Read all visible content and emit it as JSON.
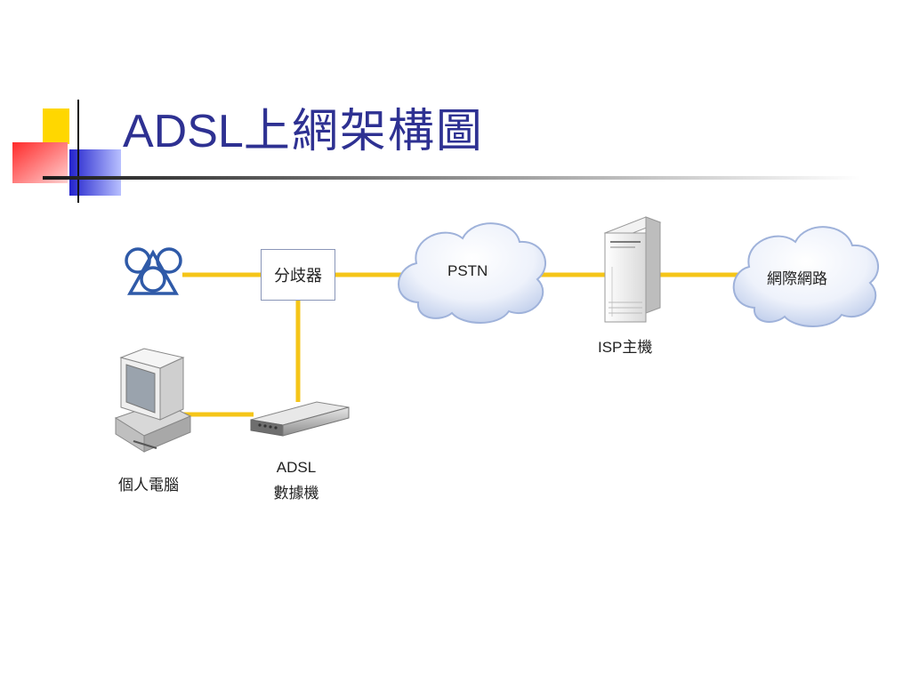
{
  "title": {
    "latin": "ADSL",
    "cjk": "上網架構圖"
  },
  "nodes": {
    "splitter": "分歧器",
    "pstn": "PSTN",
    "isp_host": "ISP主機",
    "internet": "網際網路",
    "pc": "個人電腦",
    "modem_line1": "ADSL",
    "modem_line2": "數據機"
  },
  "colors": {
    "title": "#2e3192",
    "link": "#f5c518",
    "cloud_edge": "#8aa6d8",
    "phone_icon": "#2f5aa8"
  },
  "icons": {
    "phone": "telephone-network-icon",
    "pc": "personal-computer-icon",
    "modem": "adsl-modem-icon",
    "server": "server-tower-icon",
    "cloud": "cloud-icon"
  }
}
